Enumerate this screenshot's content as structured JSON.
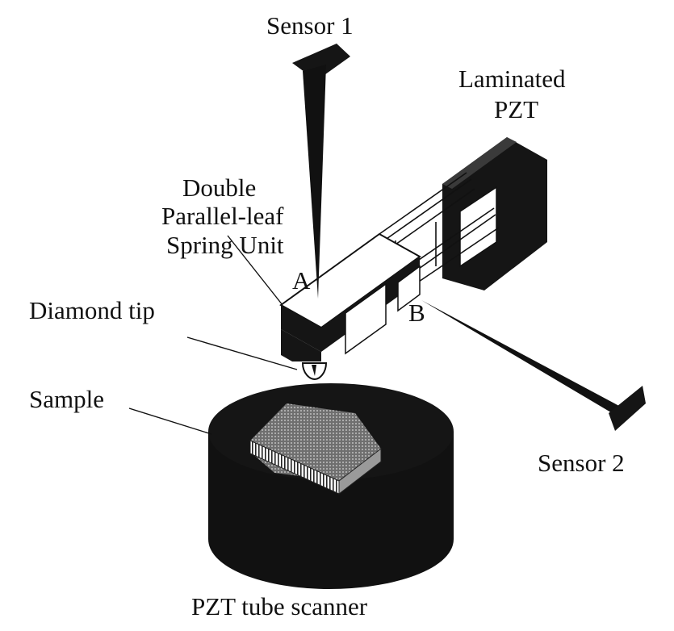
{
  "labels": {
    "sensor1": "Sensor 1",
    "laminated_line1": "Laminated",
    "laminated_line2": "PZT",
    "double_line1": "Double",
    "double_line2": "Parallel-leaf",
    "double_line3": "Spring Unit",
    "point_a": "A",
    "point_b": "B",
    "diamond_tip": "Diamond tip",
    "sample": "Sample",
    "sensor2": "Sensor 2",
    "pzt_tube_scanner": "PZT tube scanner"
  },
  "colors": {
    "ink": "#111111",
    "background": "#ffffff",
    "sample_surface": "#7d7d7d"
  }
}
